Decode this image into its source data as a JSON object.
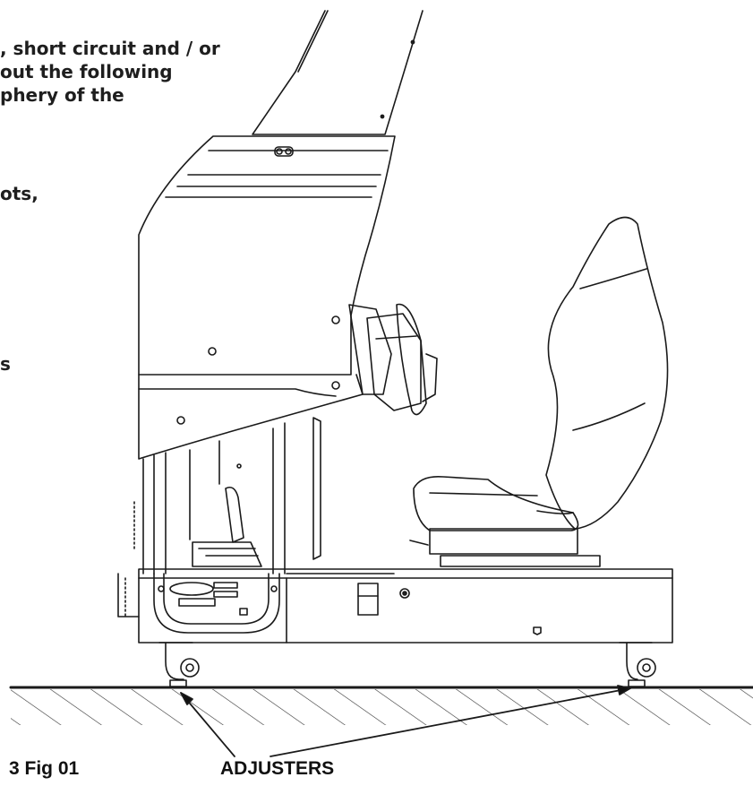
{
  "text_fragments": [
    ", short circuit and / or",
    "out the following",
    "phery of the",
    "ots,",
    "s"
  ],
  "figure": {
    "label": "3 Fig 01",
    "callout": "ADJUSTERS"
  }
}
